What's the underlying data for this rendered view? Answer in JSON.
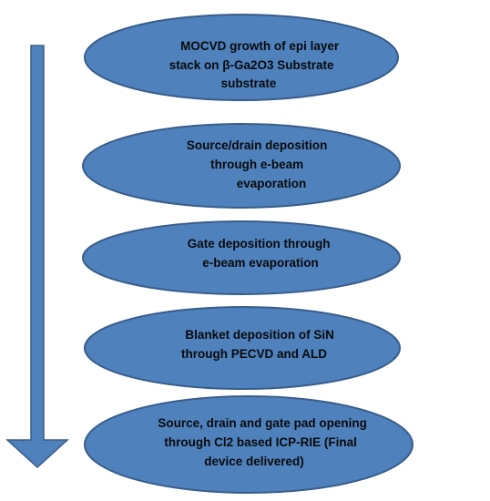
{
  "diagram": {
    "steps": [
      {
        "lines": [
          "MOCVD growth of epi layer",
          "stack on β-Ga2O3  Substrate",
          "substrate"
        ]
      },
      {
        "lines": [
          "Source/drain deposition",
          "through e-beam",
          "evaporation"
        ]
      },
      {
        "lines": [
          "Gate deposition through",
          "e-beam evaporation"
        ]
      },
      {
        "lines": [
          "Blanket deposition of SiN",
          "through PECVD and ALD"
        ]
      },
      {
        "lines": [
          "Source, drain and gate pad opening",
          "through Cl2 based ICP-RIE (Final",
          "device delivered)"
        ]
      }
    ],
    "colors": {
      "ellipse_fill": "#4f81bd",
      "ellipse_stroke": "#385d8a",
      "arrow_fill": "#4f81bd",
      "arrow_stroke": "#385d8a",
      "text": "#0a0a0a"
    }
  }
}
